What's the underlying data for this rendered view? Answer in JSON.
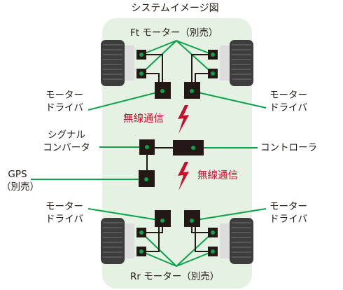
{
  "title": "システムイメージ図",
  "front_motor": {
    "abbr": "Ft",
    "label": "モーター（別売）"
  },
  "rear_motor": {
    "abbr": "Rr",
    "label": "モーター（別売）"
  },
  "motor_driver_front_left": [
    "モーター",
    "ドライバ"
  ],
  "motor_driver_front_right": [
    "モーター",
    "ドライバ"
  ],
  "motor_driver_rear_left": [
    "モーター",
    "ドライバ"
  ],
  "motor_driver_rear_right": [
    "モーター",
    "ドライバ"
  ],
  "signal_converter": [
    "シグナル",
    "コンバータ"
  ],
  "controller": "コントローラ",
  "gps": [
    "GPS",
    "（別売）"
  ],
  "wireless_upper": "無線通信",
  "wireless_lower": "無線通信",
  "colors": {
    "chassis": "#e4f1e3",
    "wire_green": "#0ca24a",
    "lightning_red": "#c8102e",
    "component_black": "#231815",
    "tire": "#3d3d3d"
  }
}
